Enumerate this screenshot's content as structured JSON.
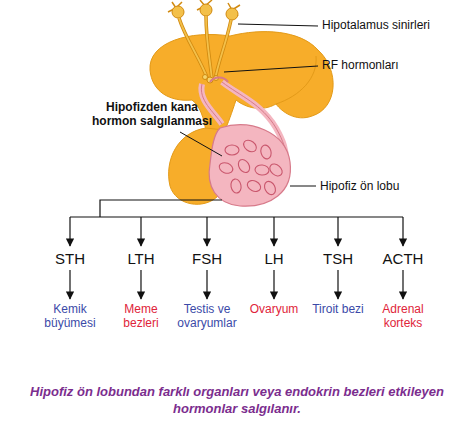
{
  "diagram": {
    "caption": "Hipofiz ön lobundan farklı organları veya endokrin bezleri etkileyen hormonlar salgılanır.",
    "nodes": [
      {
        "text": [
          "STH"
        ]
      },
      {
        "text": [
          "LTH"
        ]
      },
      {
        "text": [
          "FSH"
        ]
      },
      {
        "text": [
          "LH"
        ]
      },
      {
        "text": [
          "TSH"
        ]
      },
      {
        "text": [
          "ACTH"
        ]
      },
      {
        "text": [
          "Kemik büyümesi"
        ]
      },
      {
        "text": [
          "Meme bezleri"
        ]
      },
      {
        "text": [
          "Testis ve ovaryumlar"
        ]
      },
      {
        "text": [
          "Ovaryum"
        ]
      },
      {
        "text": [
          "Tiroit bezi"
        ]
      },
      {
        "text": [
          "Adrenal korteks"
        ]
      }
    ],
    "edges": [
      {
        "from": 0,
        "to": 6,
        "arrow": "to"
      },
      {
        "from": 1,
        "to": 7,
        "arrow": "to"
      },
      {
        "from": 2,
        "to": 8,
        "arrow": "to"
      },
      {
        "from": 3,
        "to": 9,
        "arrow": "to"
      },
      {
        "from": 4,
        "to": 10,
        "arrow": "to"
      },
      {
        "from": 5,
        "to": 11,
        "arrow": "to"
      }
    ],
    "labels": [
      "Hipotalamus sinirleri",
      "RF hormonları",
      "Hipofizden kana hormon salgılanması",
      "Hipofiz ön lobu"
    ]
  }
}
